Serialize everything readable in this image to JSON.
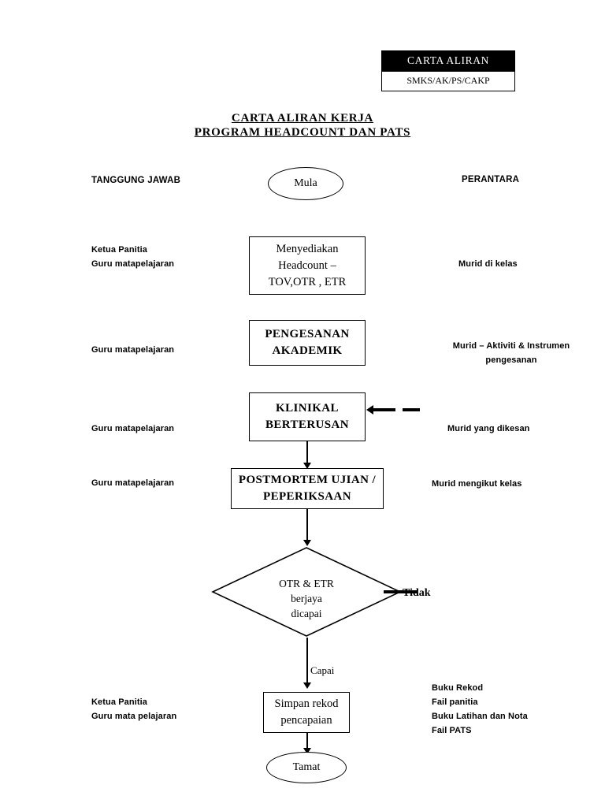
{
  "header_stamp": {
    "title": "CARTA ALIRAN",
    "code": "SMKS/AK/PS/CAKP"
  },
  "doc_title": {
    "line1": "CARTA ALIRAN KERJA",
    "line2": "PROGRAM HEADCOUNT DAN PATS "
  },
  "columns": {
    "left_header": "TANGGUNG JAWAB",
    "right_header": "PERANTARA"
  },
  "flow": {
    "start": {
      "label": "Mula"
    },
    "step1": {
      "responsible_line1": "Ketua Panitia",
      "responsible_line2": "Guru matapelajaran",
      "box_line1": "Menyediakan",
      "box_line2": "Headcount –",
      "box_line3": "TOV,OTR , ETR",
      "medium": "Murid di kelas"
    },
    "step2": {
      "responsible": "Guru matapelajaran",
      "box_line1": "PENGESANAN",
      "box_line2": "AKADEMIK",
      "medium_line1": "Murid – Aktiviti & Instrumen",
      "medium_line2": "pengesanan"
    },
    "step3": {
      "responsible": "Guru matapelajaran",
      "box_line1": "KLINIKAL",
      "box_line2": "BERTERUSAN",
      "medium": "Murid yang dikesan"
    },
    "step4": {
      "responsible": "Guru matapelajaran",
      "box_line1": "POSTMORTEM UJIAN /",
      "box_line2": "PEPERIKSAAN",
      "medium": "Murid mengikut kelas"
    },
    "decision": {
      "line1": "OTR & ETR",
      "line2": "berjaya",
      "line3": "dicapai",
      "no_branch_label": "Tidak",
      "yes_branch_label": "Capai"
    },
    "step5": {
      "responsible_line1": "Ketua Panitia",
      "responsible_line2": "Guru mata pelajaran",
      "box_line1": "Simpan rekod",
      "box_line2": "pencapaian",
      "medium_line1": "Buku Rekod",
      "medium_line2": "Fail panitia",
      "medium_line3": "Buku Latihan dan Nota",
      "medium_line4": "Fail PATS"
    },
    "end": {
      "label": "Tamat"
    }
  },
  "colors": {
    "stroke": "#000000",
    "stamp_background": "#000000",
    "page_background": "#ffffff"
  }
}
